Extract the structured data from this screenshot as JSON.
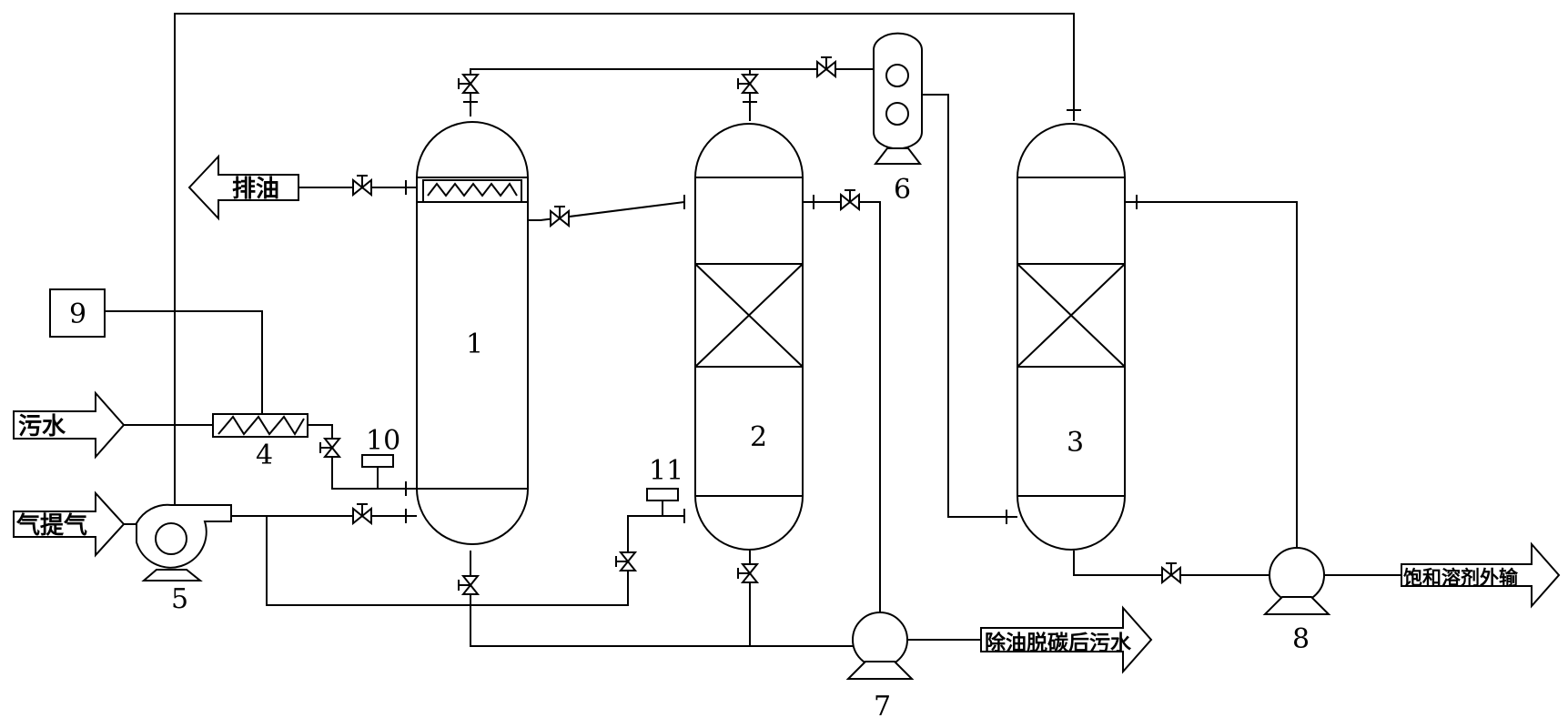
{
  "labels": {
    "discharge_oil": "排油",
    "sewage": "污水",
    "stripping_gas": "气提气",
    "treated_water": "除油脱碳后污水",
    "saturated_solvent": "饱和溶剂外输"
  },
  "numbers": {
    "n1": "1",
    "n2": "2",
    "n3": "3",
    "n4": "4",
    "n5": "5",
    "n6": "6",
    "n7": "7",
    "n8": "8",
    "n9": "9",
    "n10": "10",
    "n11": "11"
  }
}
